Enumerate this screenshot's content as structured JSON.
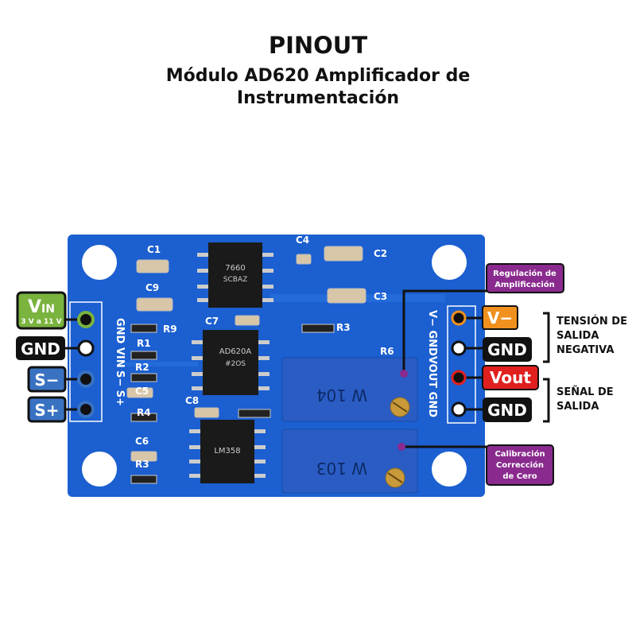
{
  "header": {
    "title": "PINOUT",
    "subtitle_line1": "Módulo AD620 Amplificador de",
    "subtitle_line2": "Instrumentación"
  },
  "left_pins": [
    {
      "label": "V",
      "sub": "IN",
      "note": "3 V a 11 V",
      "color": "#7ab33e"
    },
    {
      "label": "GND",
      "color": "#111111"
    },
    {
      "label": "S−",
      "color": "#3a72c2"
    },
    {
      "label": "S+",
      "color": "#3a72c2"
    }
  ],
  "right_pins": [
    {
      "label": "V−",
      "color": "#f0901e"
    },
    {
      "label": "GND",
      "color": "#111111"
    },
    {
      "label": "Vout",
      "color": "#e0201e"
    },
    {
      "label": "GND",
      "color": "#111111"
    }
  ],
  "groups": {
    "negative": [
      "TENSIÓN DE",
      "SALIDA",
      "NEGATIVA"
    ],
    "signal": [
      "SEÑAL DE",
      "SALIDA"
    ]
  },
  "callouts": {
    "gain": [
      "Regulación de",
      "Amplificación"
    ],
    "zero": [
      "Calibración",
      "Corrección",
      "de Cero"
    ],
    "color": "#8a2a8e"
  },
  "board": {
    "color": "#1b5fd0",
    "left_silk": "GND VIN",
    "left_silk2": "S− S+",
    "right_silk": "V− GNDVOUT GND",
    "chips": [
      "7660",
      "SCBAZ",
      "AD620A",
      "#2OS",
      "LM358"
    ],
    "pots": [
      "W 104",
      "W 103"
    ],
    "components": [
      "C1",
      "C9",
      "C4",
      "C2",
      "C3",
      "C7",
      "R9",
      "R1",
      "R2",
      "C5",
      "R4",
      "C8",
      "C6",
      "R3",
      "R3",
      "R6"
    ]
  }
}
